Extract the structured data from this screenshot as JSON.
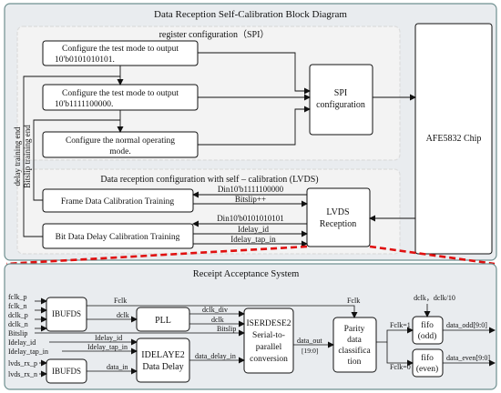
{
  "top": {
    "title": "Data Reception Self-Calibration Block Diagram",
    "spi_group_title": "register configuration（SPI）",
    "lvds_group_title": "Data reception configuration with self – calibration (LVDS)",
    "box_test_mode_1": [
      "Configure the test mode to output",
      "10'b0101010101."
    ],
    "box_test_mode_2": [
      "Configure the test mode to output",
      "10'b1111100000."
    ],
    "box_normal_mode": [
      "Configure the normal operating",
      "mode."
    ],
    "box_spi": [
      "SPI",
      "configuration"
    ],
    "box_chip": "AFE5832 Chip",
    "box_frame_training": "Frame Data Calibration Training",
    "box_bit_training": "Bit Data Delay Calibration Training",
    "box_lvds": [
      "LVDS",
      "Reception"
    ],
    "side_label_delay": "delay training end",
    "side_label_bitslip": "Bitslip training end",
    "arrow_din_frame": "Din10'b1111100000",
    "arrow_bitslip": "Bitslip++",
    "arrow_din_bit": "Din10'b0101010101",
    "arrow_idelay_id": "Idelay_id",
    "arrow_idelay_tap": "Idelay_tap_in"
  },
  "bottom": {
    "title": "Receipt Acceptance System",
    "inputs": [
      "fclk_p",
      "fclk_n",
      "dclk_p",
      "dclk_n",
      "Bitslip",
      "Idelay_id",
      "Idelay_tap_in",
      "lvds_rx_p",
      "lvds_rx_n"
    ],
    "box_ibufds_1": "IBUFDS",
    "box_ibufds_2": "IBUFDS",
    "box_pll": "PLL",
    "box_idelaye2": [
      "IDELAYE2",
      "Data Delay"
    ],
    "box_iserdese2": [
      "ISERDESE2",
      "Serial-to-",
      "parallel",
      "conversion"
    ],
    "box_parity": [
      "Parity",
      "data",
      "classifica",
      "tion"
    ],
    "box_fifo_odd": [
      "fifo",
      "(odd)"
    ],
    "box_fifo_even": [
      "fifo",
      "(even)"
    ],
    "sig_fclk": "Fclk",
    "sig_fclk_top": "Fclk",
    "sig_dclk": "dclk",
    "sig_dclk_div": "dclk_div",
    "sig_dclk_2": "dclk",
    "sig_bitslip": "Bitslip",
    "sig_idelay_id": "Idelay_id",
    "sig_idelay_tap": "Idelay_tap_in",
    "sig_data_in": "data_in",
    "sig_data_delay_in": "data_delay_in",
    "sig_data_out": "data_out",
    "sig_data_out_width": "[19:0]",
    "sig_fclk_1": "Fclk=1",
    "sig_fclk_0": "Fclk=0",
    "sig_fifo_clk": "dclk，dclk/10",
    "out_odd": "data_odd[9:0]",
    "out_even": "data_even[9:0]"
  },
  "colors": {
    "panel_bg": "#e9ecef",
    "panel_border": "#6f9090",
    "group_bg": "#f3f3f3",
    "group_border": "#dcdcdc",
    "connector_red": "#e01010",
    "box_border": "#111111"
  }
}
